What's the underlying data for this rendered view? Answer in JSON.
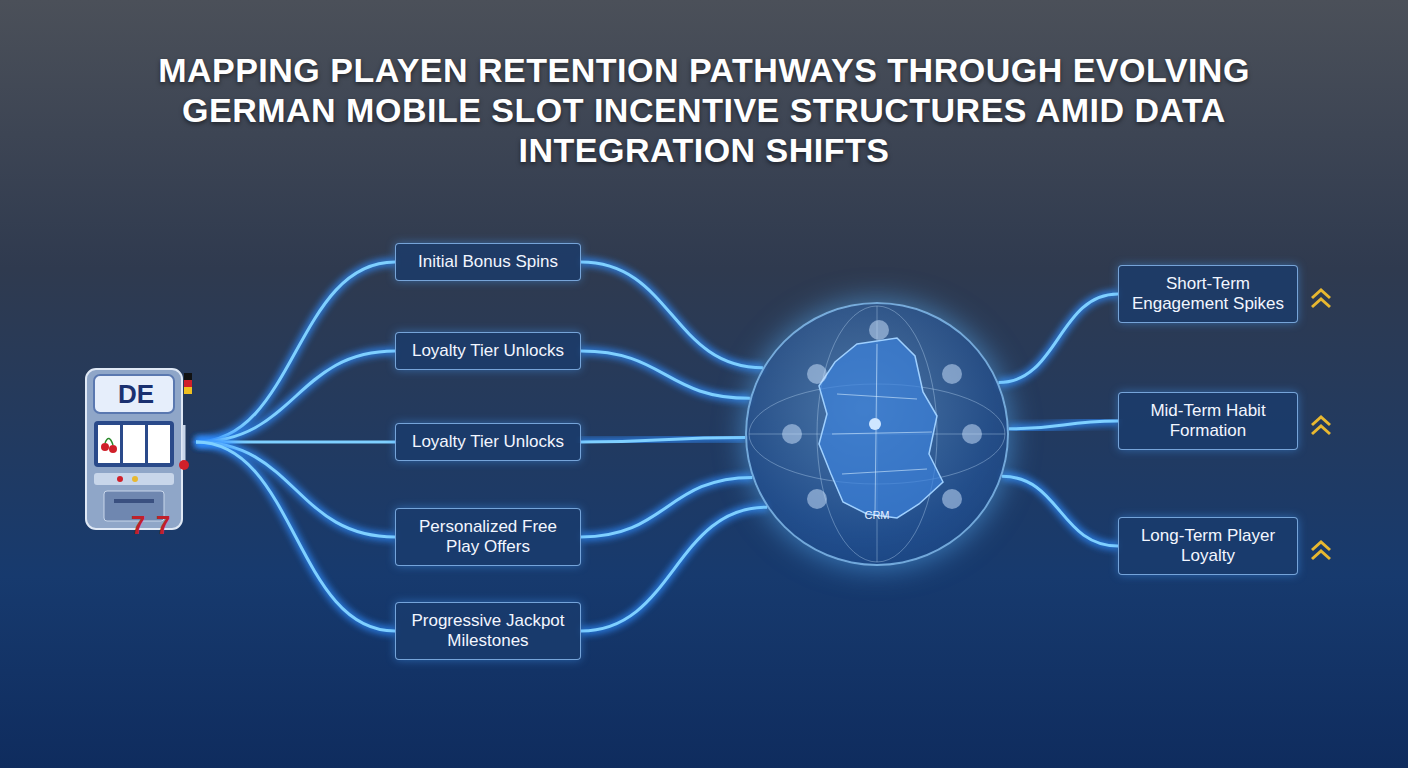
{
  "diagram": {
    "title": "MAPPING PLAYEN RETENTION PATHWAYS THROUGH EVOLVING GERMAN MOBILE SLOT INCENTIVE STRUCTURES AMID DATA INTEGRATION SHIFTS",
    "nodes": [
      {
        "text": [
          "DE"
        ]
      },
      {
        "text": [
          "Initial Bonus Spins"
        ]
      },
      {
        "text": [
          "Loyalty Tier Unlocks"
        ]
      },
      {
        "text": [
          "Loyalty Tier Unlocks"
        ]
      },
      {
        "text": [
          "Personalized Free Play Offers"
        ]
      },
      {
        "text": [
          "Progressive Jackpot Milestones"
        ]
      },
      {
        "text": [
          "CRM"
        ]
      },
      {
        "text": [
          "Short-Term Engagement Spikes"
        ]
      },
      {
        "text": [
          "Mid-Term Habit Formation"
        ]
      },
      {
        "text": [
          "Long-Term Player Loyalty"
        ]
      }
    ],
    "edges": [
      {
        "from": 0,
        "to": 1,
        "arrow": "none"
      },
      {
        "from": 0,
        "to": 2,
        "arrow": "none"
      },
      {
        "from": 0,
        "to": 3,
        "arrow": "none"
      },
      {
        "from": 0,
        "to": 4,
        "arrow": "none"
      },
      {
        "from": 0,
        "to": 5,
        "arrow": "none"
      },
      {
        "from": 1,
        "to": 6,
        "arrow": "none"
      },
      {
        "from": 2,
        "to": 6,
        "arrow": "none"
      },
      {
        "from": 3,
        "to": 6,
        "arrow": "none"
      },
      {
        "from": 4,
        "to": 6,
        "arrow": "none"
      },
      {
        "from": 5,
        "to": 6,
        "arrow": "none"
      },
      {
        "from": 6,
        "to": 7,
        "arrow": "none"
      },
      {
        "from": 6,
        "to": 8,
        "arrow": "none"
      },
      {
        "from": 6,
        "to": 9,
        "arrow": "none"
      }
    ],
    "labels": [
      "7",
      "7"
    ]
  }
}
